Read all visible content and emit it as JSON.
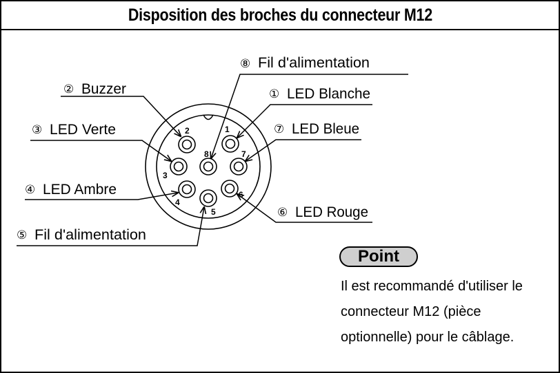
{
  "title": "Disposition des broches du connecteur M12",
  "labels": {
    "pin1": {
      "num": "①",
      "text": "LED Blanche"
    },
    "pin2": {
      "num": "②",
      "text": "Buzzer"
    },
    "pin3": {
      "num": "③",
      "text": "LED Verte"
    },
    "pin4": {
      "num": "④",
      "text": "LED Ambre"
    },
    "pin5": {
      "num": "⑤",
      "text": "Fil d'alimentation"
    },
    "pin6": {
      "num": "⑥",
      "text": "LED Rouge"
    },
    "pin7": {
      "num": "⑦",
      "text": "LED Bleue"
    },
    "pin8": {
      "num": "⑧",
      "text": "Fil d'alimentation"
    }
  },
  "pin_numbers": {
    "p1": "1",
    "p2": "2",
    "p3": "3",
    "p4": "4",
    "p5": "5",
    "p6": "6",
    "p7": "7",
    "p8": "8"
  },
  "point": {
    "badge": "Point",
    "lines": [
      "Il est recommandé d'utiliser le",
      "connecteur M12 (pièce",
      "optionnelle) pour le câblage."
    ]
  }
}
